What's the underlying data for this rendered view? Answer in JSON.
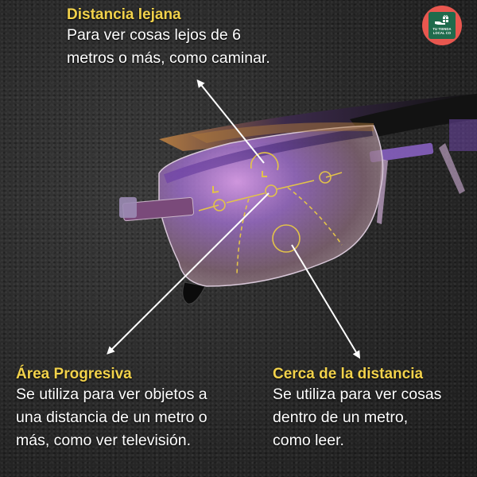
{
  "badge": {
    "brand_line_1": "TU TIENDA",
    "brand_line_2": "LOCAL CO",
    "icon": "hand-gift-icon",
    "colors": {
      "circle": "#e8574f",
      "square": "#1f6b4c"
    }
  },
  "callouts": {
    "far": {
      "title": "Distancia lejana",
      "lines": [
        "Para ver cosas lejos de 6",
        "metros o más, como caminar."
      ]
    },
    "progressive": {
      "title": "Área Progresiva",
      "lines": [
        "Se utiliza para ver objetos a",
        "una distancia de un metro o",
        "más, como ver televisión."
      ]
    },
    "near": {
      "title": "Cerca de la distancia",
      "lines": [
        "Se utiliza para ver cosas",
        "dentro de un metro,",
        "como leer."
      ]
    }
  },
  "colors": {
    "title_yellow": "#f2d24b",
    "body_text": "#ffffff",
    "lens_purple": "#8a55c8",
    "guide_yellow": "#e2c24a"
  }
}
